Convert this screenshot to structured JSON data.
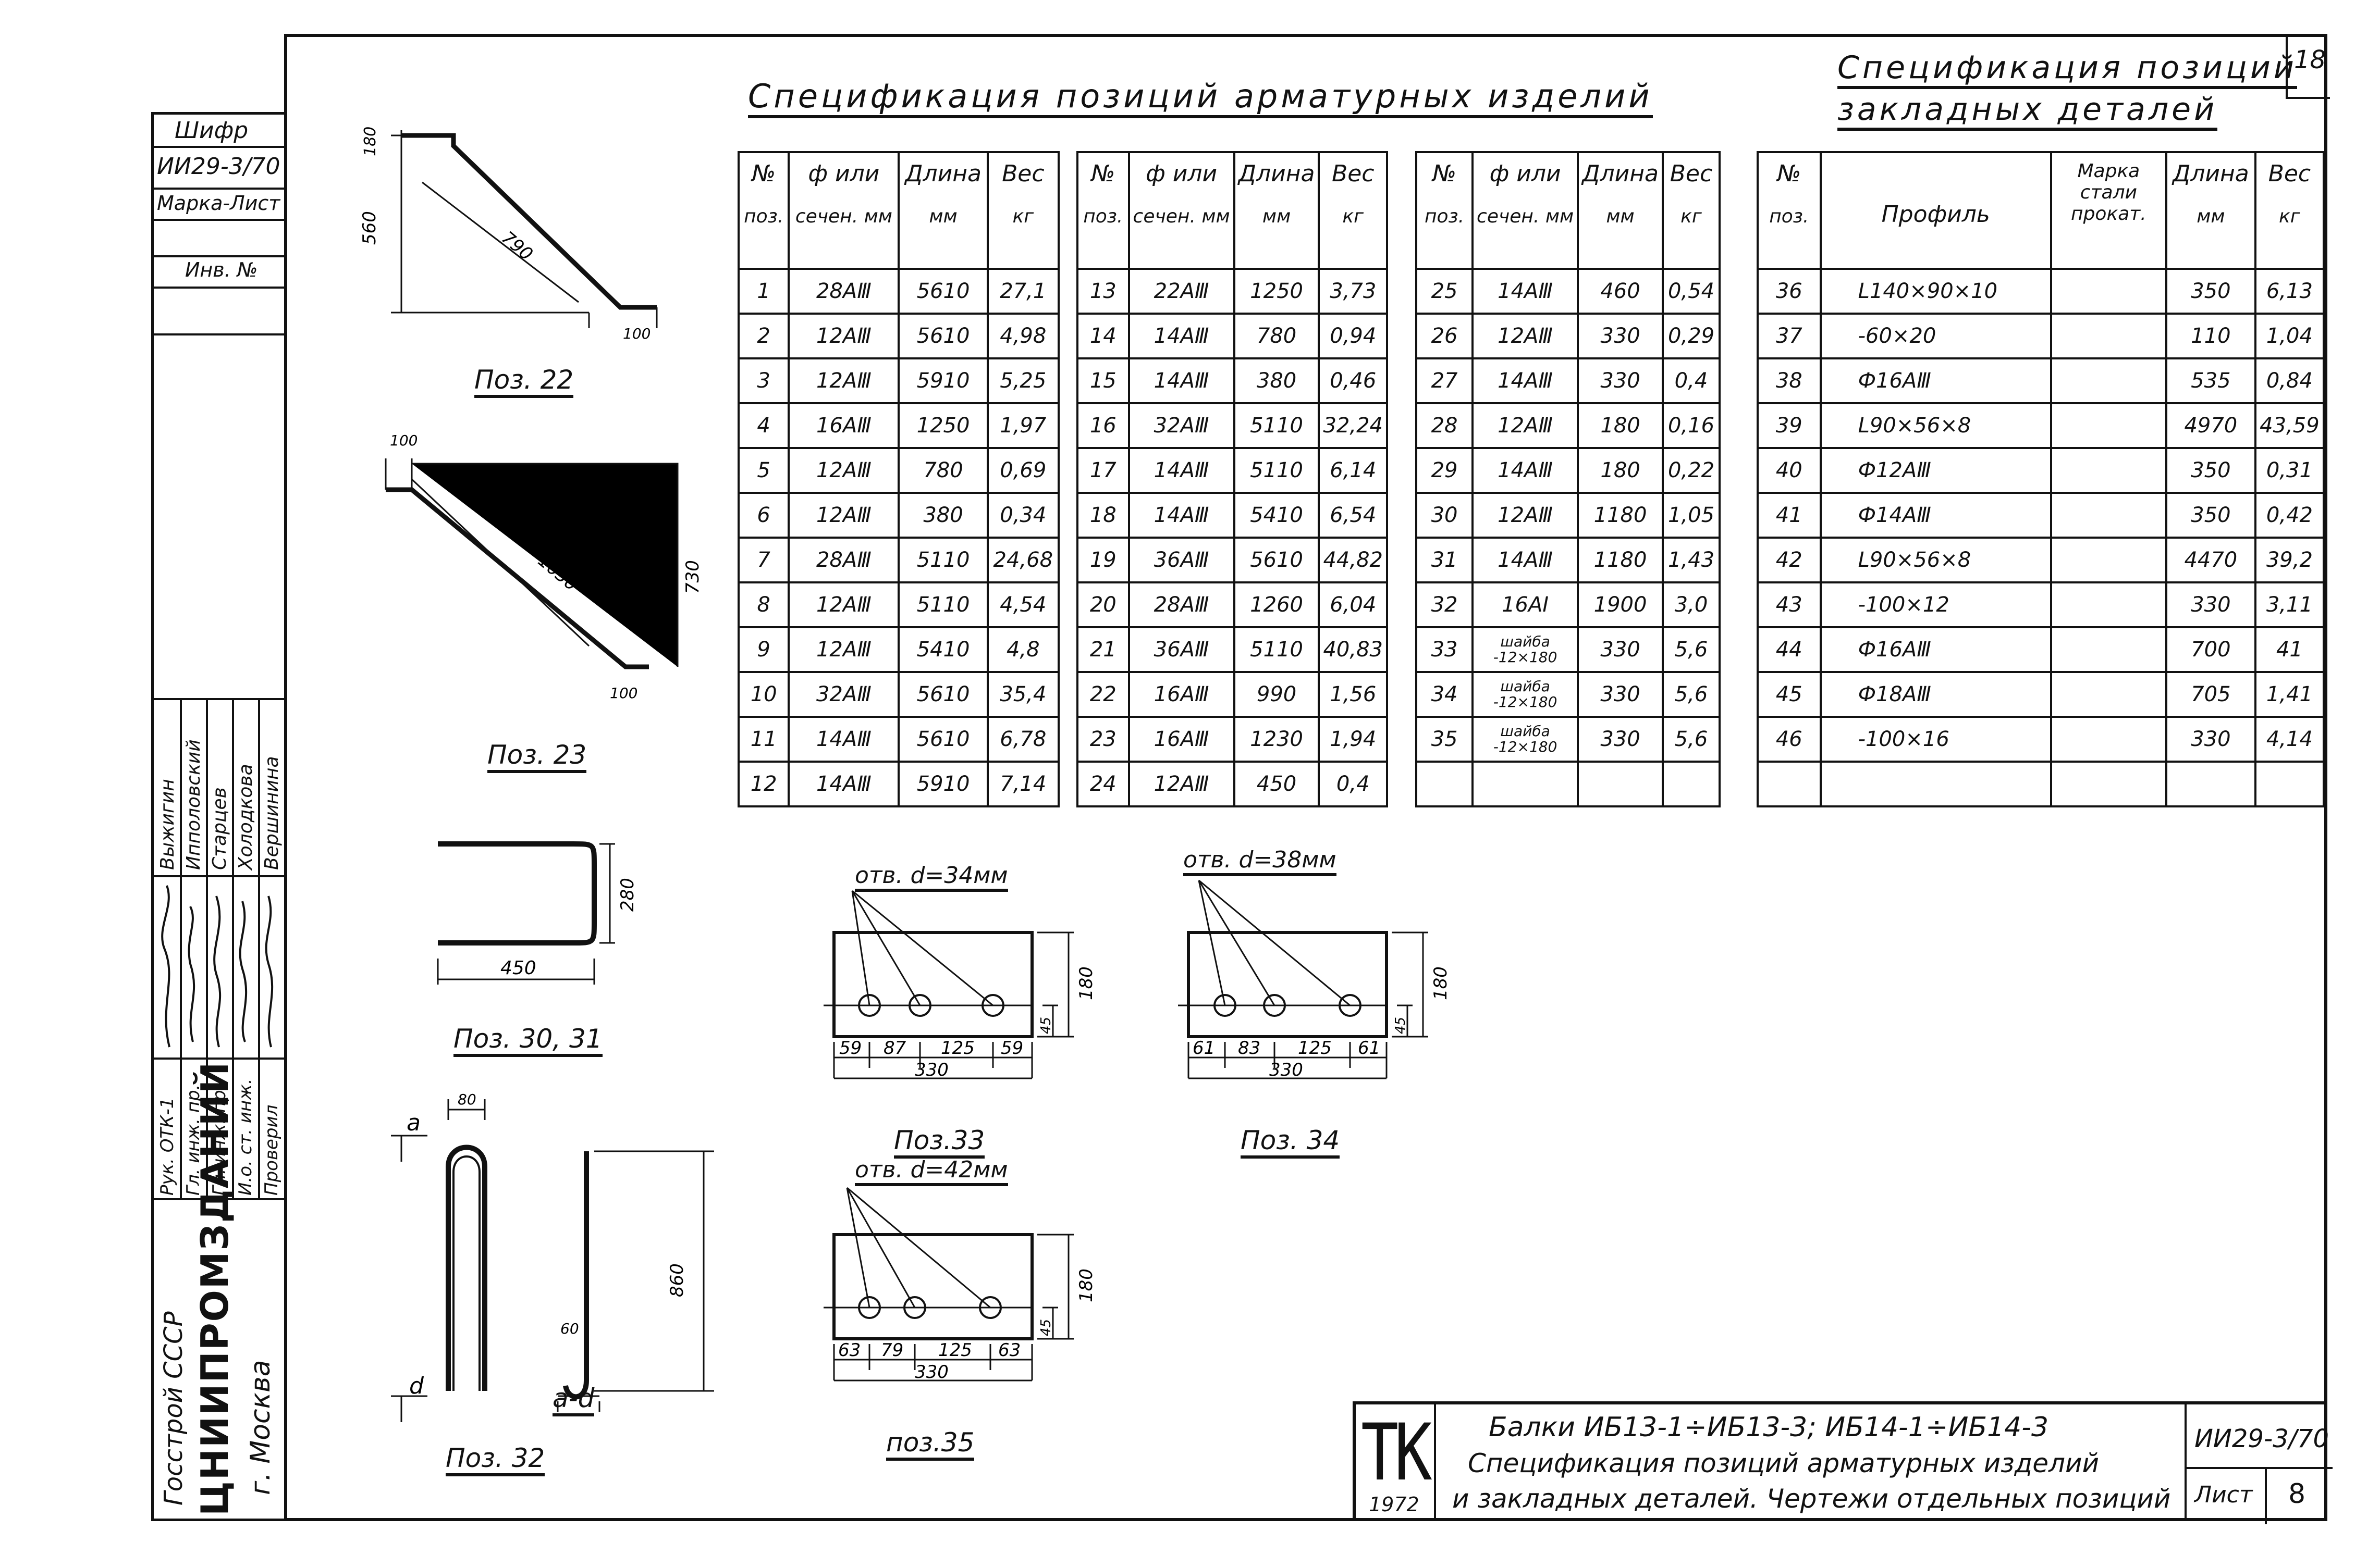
{
  "sheet_number_top": "18",
  "left_stamp": {
    "cipher_label": "Шифр",
    "cipher_value": "ИИ29-3/70",
    "mark_sheet_label": "Марка-Лист",
    "inv_label": "Инв. №",
    "roles": [
      "Рук. ОТК-1",
      "Гл. инж. пр.",
      "Гл. инж. пр.",
      "И.о. ст. инж.",
      "Проверил"
    ],
    "names": [
      "Выжигин",
      "Ипполовский",
      "Старцев",
      "Холодкова",
      "Вершинина"
    ],
    "org_line1": "Госстрой СССР",
    "org_line2": "ЦНИИПРОМЗДАНИЙ",
    "org_line3": "г. Москва"
  },
  "rebar_spec": {
    "title": "Спецификация позиций арматурных изделий",
    "headers": {
      "pos_top": "№",
      "pos_bottom": "поз.",
      "dia_top": "ф или",
      "dia_bottom": "сечен. мм",
      "len_top": "Длина",
      "len_bottom": "мм",
      "wt_top": "Вес",
      "wt_bottom": "кг"
    },
    "table1": [
      [
        "1",
        "28АⅢ",
        "5610",
        "27,1"
      ],
      [
        "2",
        "12АⅢ",
        "5610",
        "4,98"
      ],
      [
        "3",
        "12АⅢ",
        "5910",
        "5,25"
      ],
      [
        "4",
        "16АⅢ",
        "1250",
        "1,97"
      ],
      [
        "5",
        "12АⅢ",
        "780",
        "0,69"
      ],
      [
        "6",
        "12АⅢ",
        "380",
        "0,34"
      ],
      [
        "7",
        "28АⅢ",
        "5110",
        "24,68"
      ],
      [
        "8",
        "12АⅢ",
        "5110",
        "4,54"
      ],
      [
        "9",
        "12АⅢ",
        "5410",
        "4,8"
      ],
      [
        "10",
        "32АⅢ",
        "5610",
        "35,4"
      ],
      [
        "11",
        "14АⅢ",
        "5610",
        "6,78"
      ],
      [
        "12",
        "14АⅢ",
        "5910",
        "7,14"
      ]
    ],
    "table2": [
      [
        "13",
        "22АⅢ",
        "1250",
        "3,73"
      ],
      [
        "14",
        "14АⅢ",
        "780",
        "0,94"
      ],
      [
        "15",
        "14АⅢ",
        "380",
        "0,46"
      ],
      [
        "16",
        "32АⅢ",
        "5110",
        "32,24"
      ],
      [
        "17",
        "14АⅢ",
        "5110",
        "6,14"
      ],
      [
        "18",
        "14АⅢ",
        "5410",
        "6,54"
      ],
      [
        "19",
        "36АⅢ",
        "5610",
        "44,82"
      ],
      [
        "20",
        "28АⅢ",
        "1260",
        "6,04"
      ],
      [
        "21",
        "36АⅢ",
        "5110",
        "40,83"
      ],
      [
        "22",
        "16АⅢ",
        "990",
        "1,56"
      ],
      [
        "23",
        "16АⅢ",
        "1230",
        "1,94"
      ],
      [
        "24",
        "12АⅢ",
        "450",
        "0,4"
      ]
    ],
    "table3": [
      [
        "25",
        "14АⅢ",
        "460",
        "0,54"
      ],
      [
        "26",
        "12АⅢ",
        "330",
        "0,29"
      ],
      [
        "27",
        "14АⅢ",
        "330",
        "0,4"
      ],
      [
        "28",
        "12АⅢ",
        "180",
        "0,16"
      ],
      [
        "29",
        "14АⅢ",
        "180",
        "0,22"
      ],
      [
        "30",
        "12АⅢ",
        "1180",
        "1,05"
      ],
      [
        "31",
        "14АⅢ",
        "1180",
        "1,43"
      ],
      [
        "32",
        "16АⅠ",
        "1900",
        "3,0"
      ],
      [
        "33",
        "шайба -12×180",
        "330",
        "5,6"
      ],
      [
        "34",
        "шайба -12×180",
        "330",
        "5,6"
      ],
      [
        "35",
        "шайба -12×180",
        "330",
        "5,6"
      ],
      [
        "",
        "",
        "",
        ""
      ]
    ]
  },
  "embed_spec": {
    "title_line1": "Спецификация позиций",
    "title_line2": "закладных деталей",
    "headers": {
      "pos_top": "№",
      "pos_bottom": "поз.",
      "profile": "Профиль",
      "steel": "Марка стали прокат.",
      "len_top": "Длина",
      "len_bottom": "мм",
      "wt_top": "Вес",
      "wt_bottom": "кг"
    },
    "rows": [
      [
        "36",
        "L140×90×10",
        "",
        "350",
        "6,13"
      ],
      [
        "37",
        "-60×20",
        "",
        "110",
        "1,04"
      ],
      [
        "38",
        "Ф16АⅢ",
        "",
        "535",
        "0,84"
      ],
      [
        "39",
        "L90×56×8",
        "",
        "4970",
        "43,59"
      ],
      [
        "40",
        "Ф12АⅢ",
        "",
        "350",
        "0,31"
      ],
      [
        "41",
        "Ф14АⅢ",
        "",
        "350",
        "0,42"
      ],
      [
        "42",
        "L90×56×8",
        "",
        "4470",
        "39,2"
      ],
      [
        "43",
        "-100×12",
        "",
        "330",
        "3,11"
      ],
      [
        "44",
        "Ф16АⅢ",
        "",
        "700",
        "41"
      ],
      [
        "45",
        "Ф18АⅢ",
        "",
        "705",
        "1,41"
      ],
      [
        "46",
        "-100×16",
        "",
        "330",
        "4,14"
      ],
      [
        "",
        "",
        "",
        "",
        ""
      ]
    ]
  },
  "drawings": {
    "poz22": {
      "caption": "Поз. 22",
      "d_top": "180",
      "d_height": "560",
      "d_diag": "790",
      "d_foot": "100"
    },
    "poz23": {
      "caption": "Поз. 23",
      "d_top": "100",
      "d_diag": "1030",
      "d_height": "730",
      "d_foot": "100"
    },
    "poz3031": {
      "caption": "Поз. 30, 31",
      "d_width": "450",
      "d_height": "280"
    },
    "poz32": {
      "caption": "Поз. 32",
      "d_top": "80",
      "d_hook": "60",
      "d_height": "860",
      "sec_a": "a",
      "sec_d": "d",
      "section": "a-d"
    },
    "poz33": {
      "caption": "Поз.33",
      "hole": "отв. d=34мм",
      "segs": [
        "59",
        "87",
        "125",
        "59"
      ],
      "total": "330",
      "d_edge": "45",
      "d_h": "180"
    },
    "poz34": {
      "caption": "Поз. 34",
      "hole": "отв. d=38мм",
      "segs": [
        "61",
        "83",
        "125",
        "61"
      ],
      "total": "330",
      "d_edge": "45",
      "d_h": "180"
    },
    "poz35": {
      "caption": "поз.35",
      "hole": "отв. d=42мм",
      "segs": [
        "63",
        "79",
        "125",
        "63"
      ],
      "total": "330",
      "d_edge": "45",
      "d_h": "180"
    }
  },
  "title_block": {
    "logo": "ТК",
    "year": "1972",
    "line1": "Балки ИБ13-1÷ИБ13-3; ИБ14-1÷ИБ14-3",
    "line2": "Спецификация позиций арматурных изделий",
    "line3": "и закладных деталей. Чертежи отдельных позиций",
    "code": "ИИ29-3/70",
    "sheet_label": "Лист",
    "sheet_no": "8"
  }
}
